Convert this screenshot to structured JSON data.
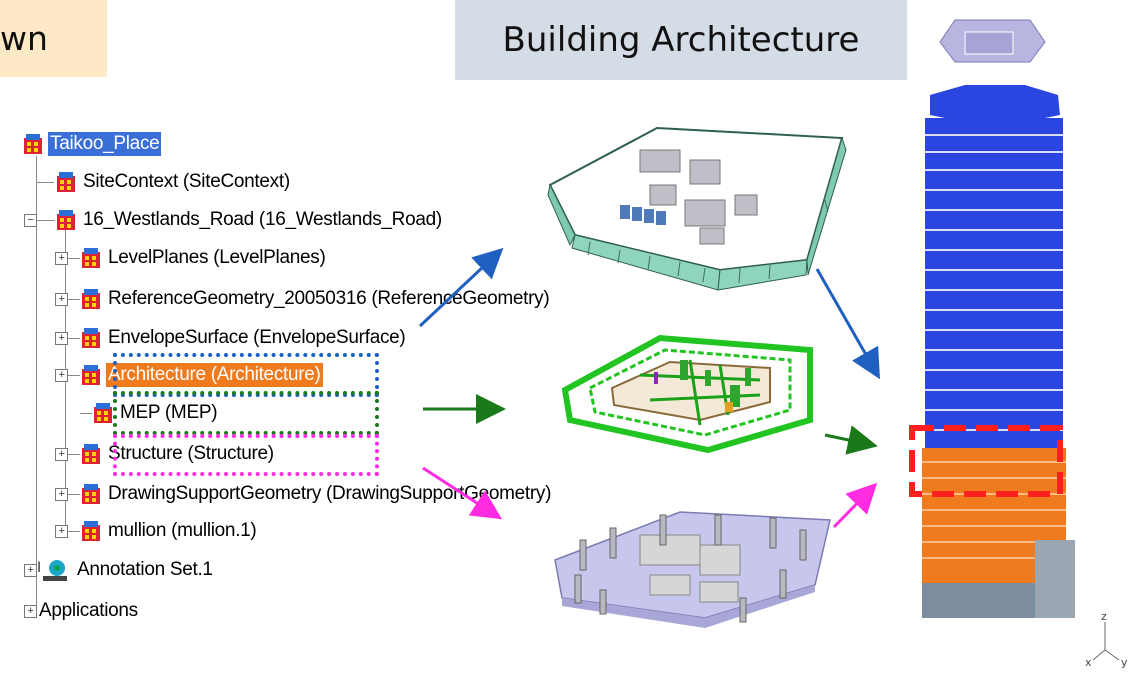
{
  "titles": {
    "left": "wn",
    "right": "Building Architecture"
  },
  "tree": {
    "root": "Taikoo_Place",
    "site_context": "SiteContext (SiteContext)",
    "westlands": "16_Westlands_Road (16_Westlands_Road)",
    "level_planes": "LevelPlanes (LevelPlanes)",
    "reference_geometry": "ReferenceGeometry_20050316 (ReferenceGeometry)",
    "envelope_surface": "EnvelopeSurface (EnvelopeSurface)",
    "architecture": "Architecture (Architecture)",
    "mep": "MEP (MEP)",
    "structure": "Structure (Structure)",
    "drawing_support": "DrawingSupportGeometry (DrawingSupportGeometry)",
    "mullion": "mullion (mullion.1)",
    "annotation_set": "Annotation Set.1",
    "applications": "Applications"
  },
  "colors": {
    "architecture_highlight": "#f07a1e",
    "root_highlight": "#3b6fd8",
    "arch_outline": "#1f5fbf",
    "mep_outline": "#1a7a1a",
    "structure_outline": "#ff2be0",
    "focus_box": "#ff1f1f",
    "tower_blue": "#2b46e0",
    "tower_orange": "#f07a1e"
  },
  "axis": {
    "z": "z",
    "x": "x",
    "y": "y"
  }
}
